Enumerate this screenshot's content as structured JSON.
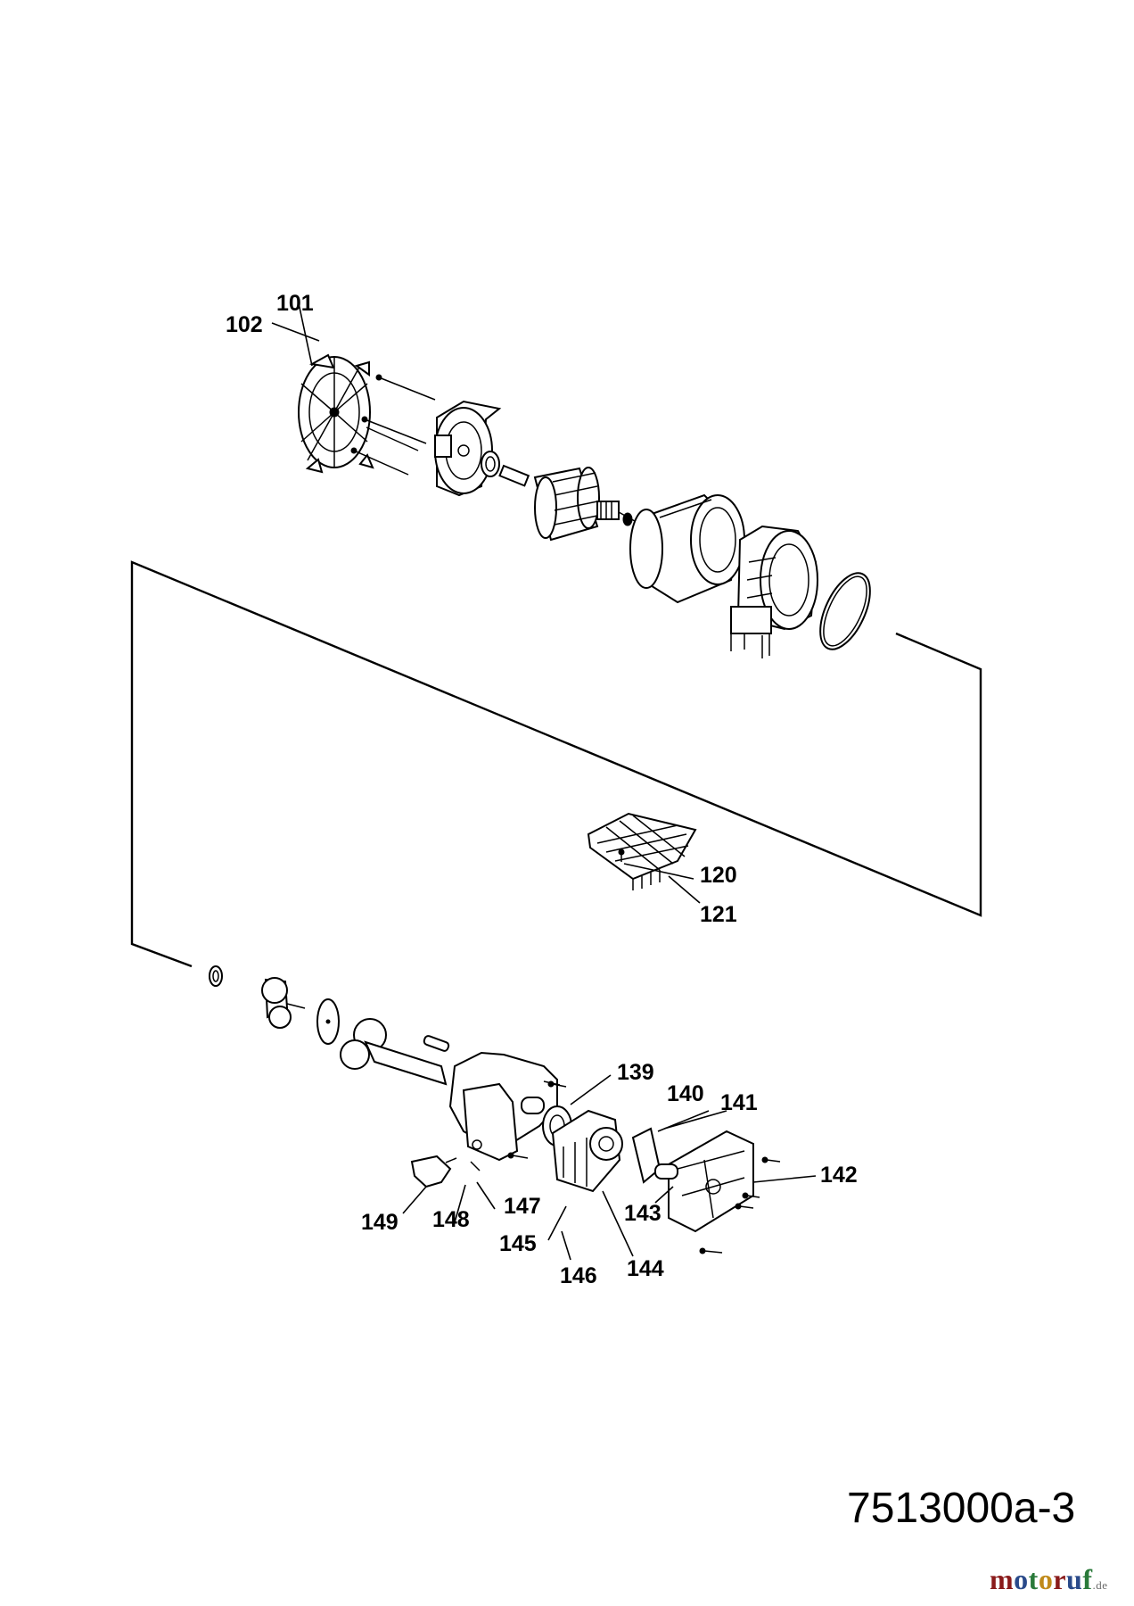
{
  "labels": {
    "p101": "101",
    "p102": "102",
    "p120": "120",
    "p121": "121",
    "p139": "139",
    "p140": "140",
    "p141": "141",
    "p142": "142",
    "p143": "143",
    "p144": "144",
    "p145": "145",
    "p146": "146",
    "p147": "147",
    "p148": "148",
    "p149": "149"
  },
  "diagram_code": "7513000a-3",
  "brand": {
    "letters": [
      "m",
      "o",
      "t",
      "o",
      "r",
      "u",
      "f"
    ],
    "suffix": ".de",
    "colors": [
      "#8a1b1b",
      "#2a4a8a",
      "#2a7a3a",
      "#c08a1a",
      "#8a1b1b",
      "#2a4a8a",
      "#2a7a3a"
    ]
  }
}
